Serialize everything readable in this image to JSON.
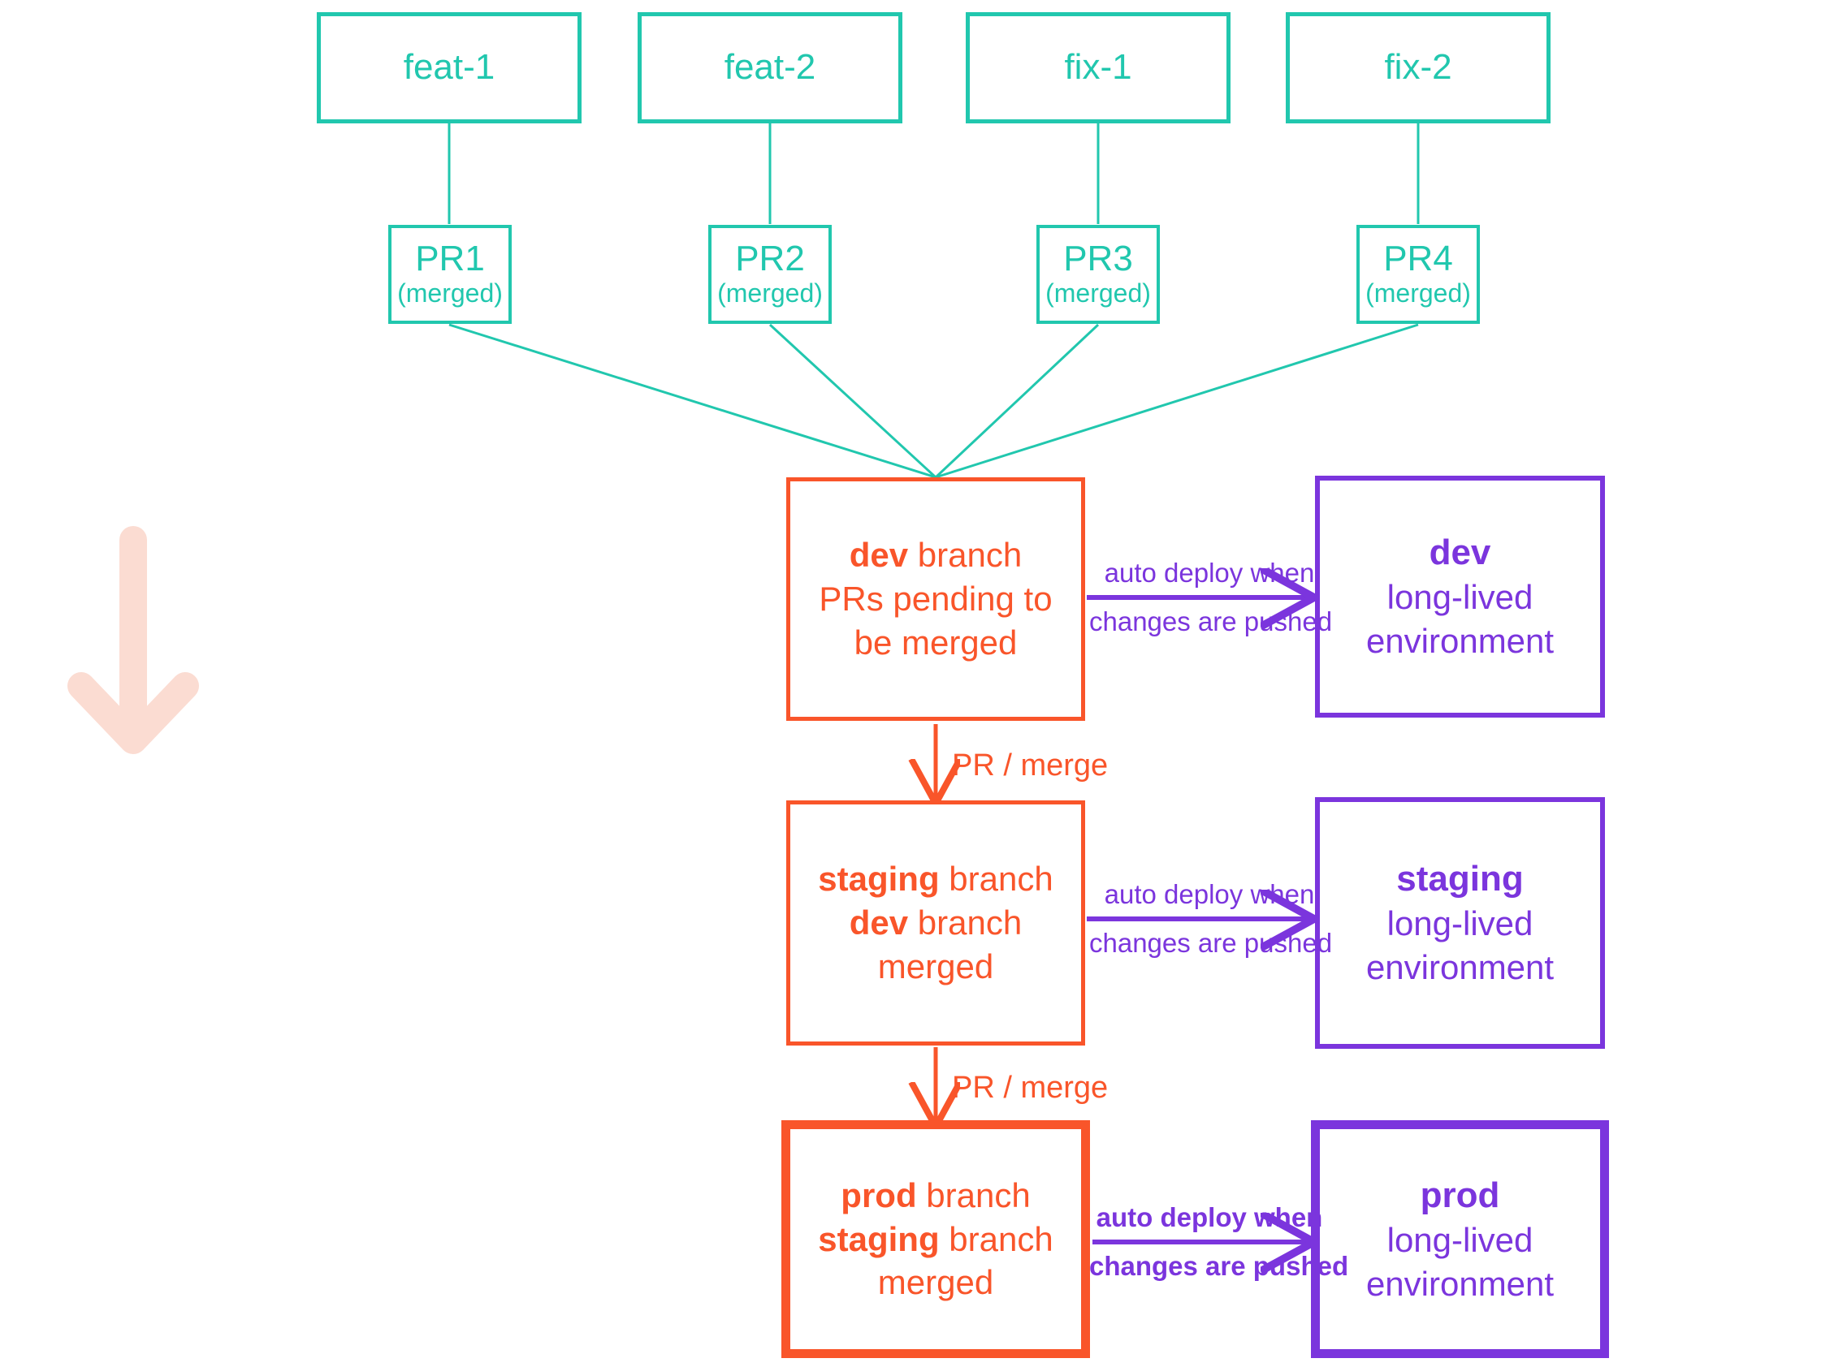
{
  "colors": {
    "teal": "#21c7ae",
    "orange": "#f9552a",
    "purple": "#7b35dd",
    "pink_arrow": "#fbdcd2",
    "background": "#ffffff"
  },
  "feature_branches": [
    {
      "label": "feat-1"
    },
    {
      "label": "feat-2"
    },
    {
      "label": "fix-1"
    },
    {
      "label": "fix-2"
    }
  ],
  "pull_requests": [
    {
      "title": "PR1",
      "status": "(merged)"
    },
    {
      "title": "PR2",
      "status": "(merged)"
    },
    {
      "title": "PR3",
      "status": "(merged)"
    },
    {
      "title": "PR4",
      "status": "(merged)"
    }
  ],
  "git_branches": [
    {
      "name": "dev",
      "name_suffix": " branch",
      "desc_line1": "PRs pending to",
      "desc_line2": "be merged",
      "desc_bold": ""
    },
    {
      "name": "staging",
      "name_suffix": " branch",
      "desc_bold": "dev",
      "desc_line1": " branch merged",
      "desc_line2": ""
    },
    {
      "name": "prod",
      "name_suffix": " branch",
      "desc_bold": "staging",
      "desc_line1": " branch",
      "desc_line2": "merged"
    }
  ],
  "environments": [
    {
      "name": "dev",
      "sub_line1": "long-lived",
      "sub_line2": "environment"
    },
    {
      "name": "staging",
      "sub_line1": "long-lived",
      "sub_line2": "environment"
    },
    {
      "name": "prod",
      "sub_line1": "long-lived",
      "sub_line2": "environment"
    }
  ],
  "deploy_labels": [
    {
      "top": "auto deploy when",
      "bottom": "changes are pushed"
    },
    {
      "top": "auto deploy when",
      "bottom": "changes are pushed"
    },
    {
      "top": "auto deploy when",
      "bottom": "changes are pushed"
    }
  ],
  "merge_labels": [
    {
      "text": "PR / merge"
    },
    {
      "text": "PR / merge"
    }
  ],
  "flow_arrow": {
    "name": "downward-flow-arrow",
    "direction": "down"
  }
}
